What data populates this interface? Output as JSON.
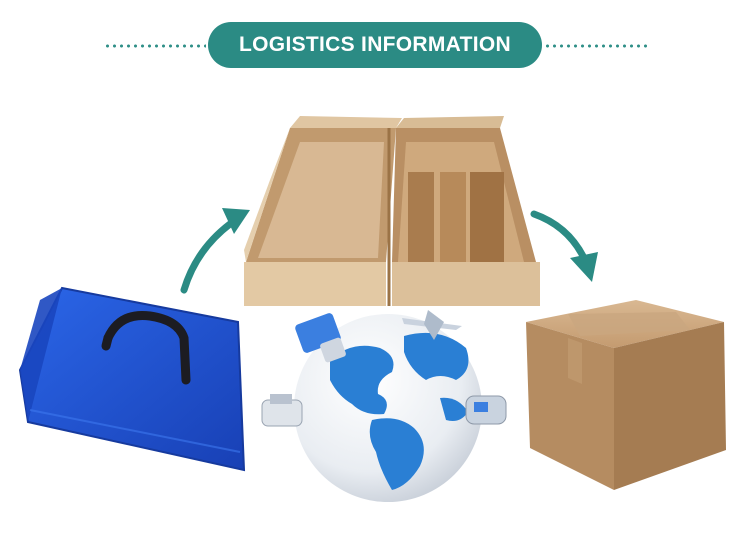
{
  "header": {
    "title": "LOGISTICS INFORMATION"
  },
  "colors": {
    "accent": "#2b8b84",
    "bag_blue": "#1f4fd1",
    "cardboard": "#c9a27a",
    "globe_blue": "#2a7fd4"
  },
  "scene": {
    "items": [
      "blue-carry-bag",
      "open-cardboard-box",
      "sealed-cardboard-box",
      "globe-with-transport"
    ],
    "arrows": [
      "arrow-up-right",
      "arrow-down-right"
    ]
  }
}
